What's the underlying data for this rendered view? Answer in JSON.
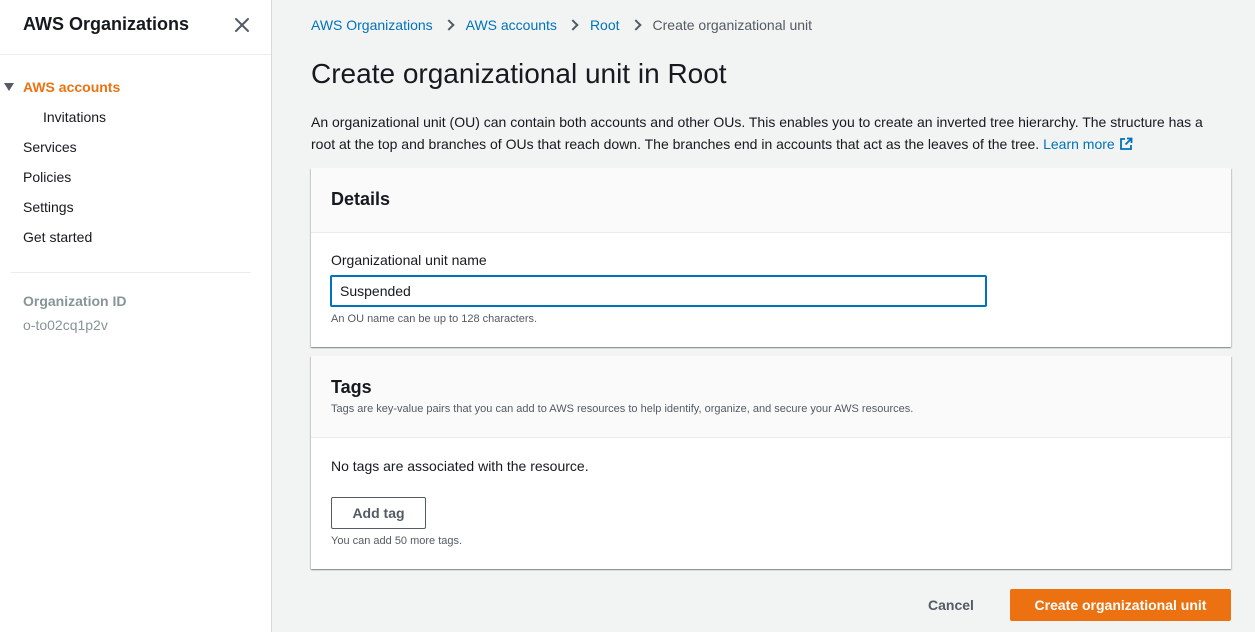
{
  "sidebar": {
    "title": "AWS Organizations",
    "items": [
      {
        "label": "AWS accounts"
      },
      {
        "label": "Invitations"
      },
      {
        "label": "Services"
      },
      {
        "label": "Policies"
      },
      {
        "label": "Settings"
      },
      {
        "label": "Get started"
      }
    ],
    "org_id_label": "Organization ID",
    "org_id_value": "o-to02cq1p2v"
  },
  "breadcrumb": {
    "items": [
      "AWS Organizations",
      "AWS accounts",
      "Root"
    ],
    "current": "Create organizational unit"
  },
  "page": {
    "title": "Create organizational unit in Root",
    "description": "An organizational unit (OU) can contain both accounts and other OUs. This enables you to create an inverted tree hierarchy. The structure has a root at the top and branches of OUs that reach down. The branches end in accounts that act as the leaves of the tree.",
    "learn_more": "Learn more"
  },
  "details": {
    "title": "Details",
    "field_label": "Organizational unit name",
    "field_value": "Suspended",
    "field_hint": "An OU name can be up to 128 characters."
  },
  "tags": {
    "title": "Tags",
    "description": "Tags are key-value pairs that you can add to AWS resources to help identify, organize, and secure your AWS resources.",
    "empty": "No tags are associated with the resource.",
    "add_label": "Add tag",
    "hint": "You can add 50 more tags."
  },
  "actions": {
    "cancel": "Cancel",
    "create": "Create organizational unit"
  },
  "colors": {
    "accent": "#ec7211",
    "link": "#0073bb"
  }
}
